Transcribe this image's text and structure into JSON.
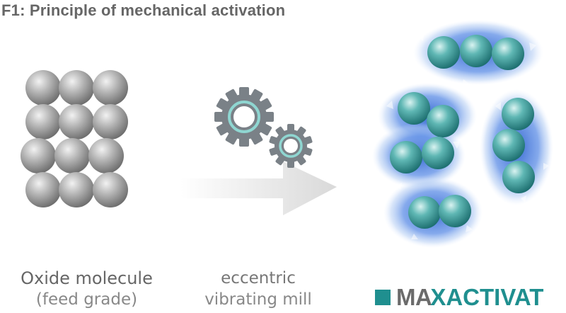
{
  "title": "F1: Principle of mechanical activation",
  "captions": {
    "oxide_line1": "Oxide molecule",
    "oxide_line2": "(feed grade)",
    "mill_line1": "eccentric",
    "mill_line2": "vibrating mill"
  },
  "brand": {
    "max": "MA",
    "x": "X",
    "activat": "ACTIVAT"
  },
  "colors": {
    "sphere_gray": "#9a9a9a",
    "gear_gray": "#777e84",
    "gear_ring": "#7fd0cc",
    "teal_sphere": "#2f9b9b",
    "halo_blue": "#3a6fd8",
    "brand_teal": "#1f8f8f"
  }
}
